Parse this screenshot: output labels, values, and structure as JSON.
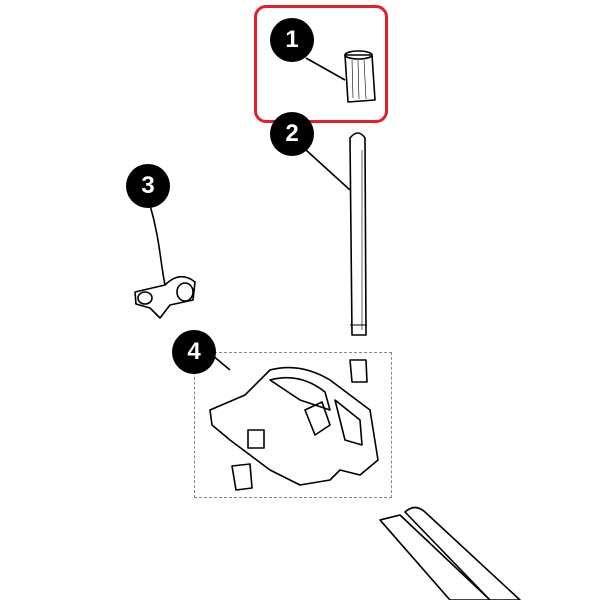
{
  "parts": [
    {
      "number": "1",
      "highlighted": true
    },
    {
      "number": "2",
      "highlighted": false
    },
    {
      "number": "3",
      "highlighted": false
    },
    {
      "number": "4",
      "highlighted": false
    }
  ],
  "colors": {
    "highlight": "#e0202a",
    "badge": "#000000"
  }
}
